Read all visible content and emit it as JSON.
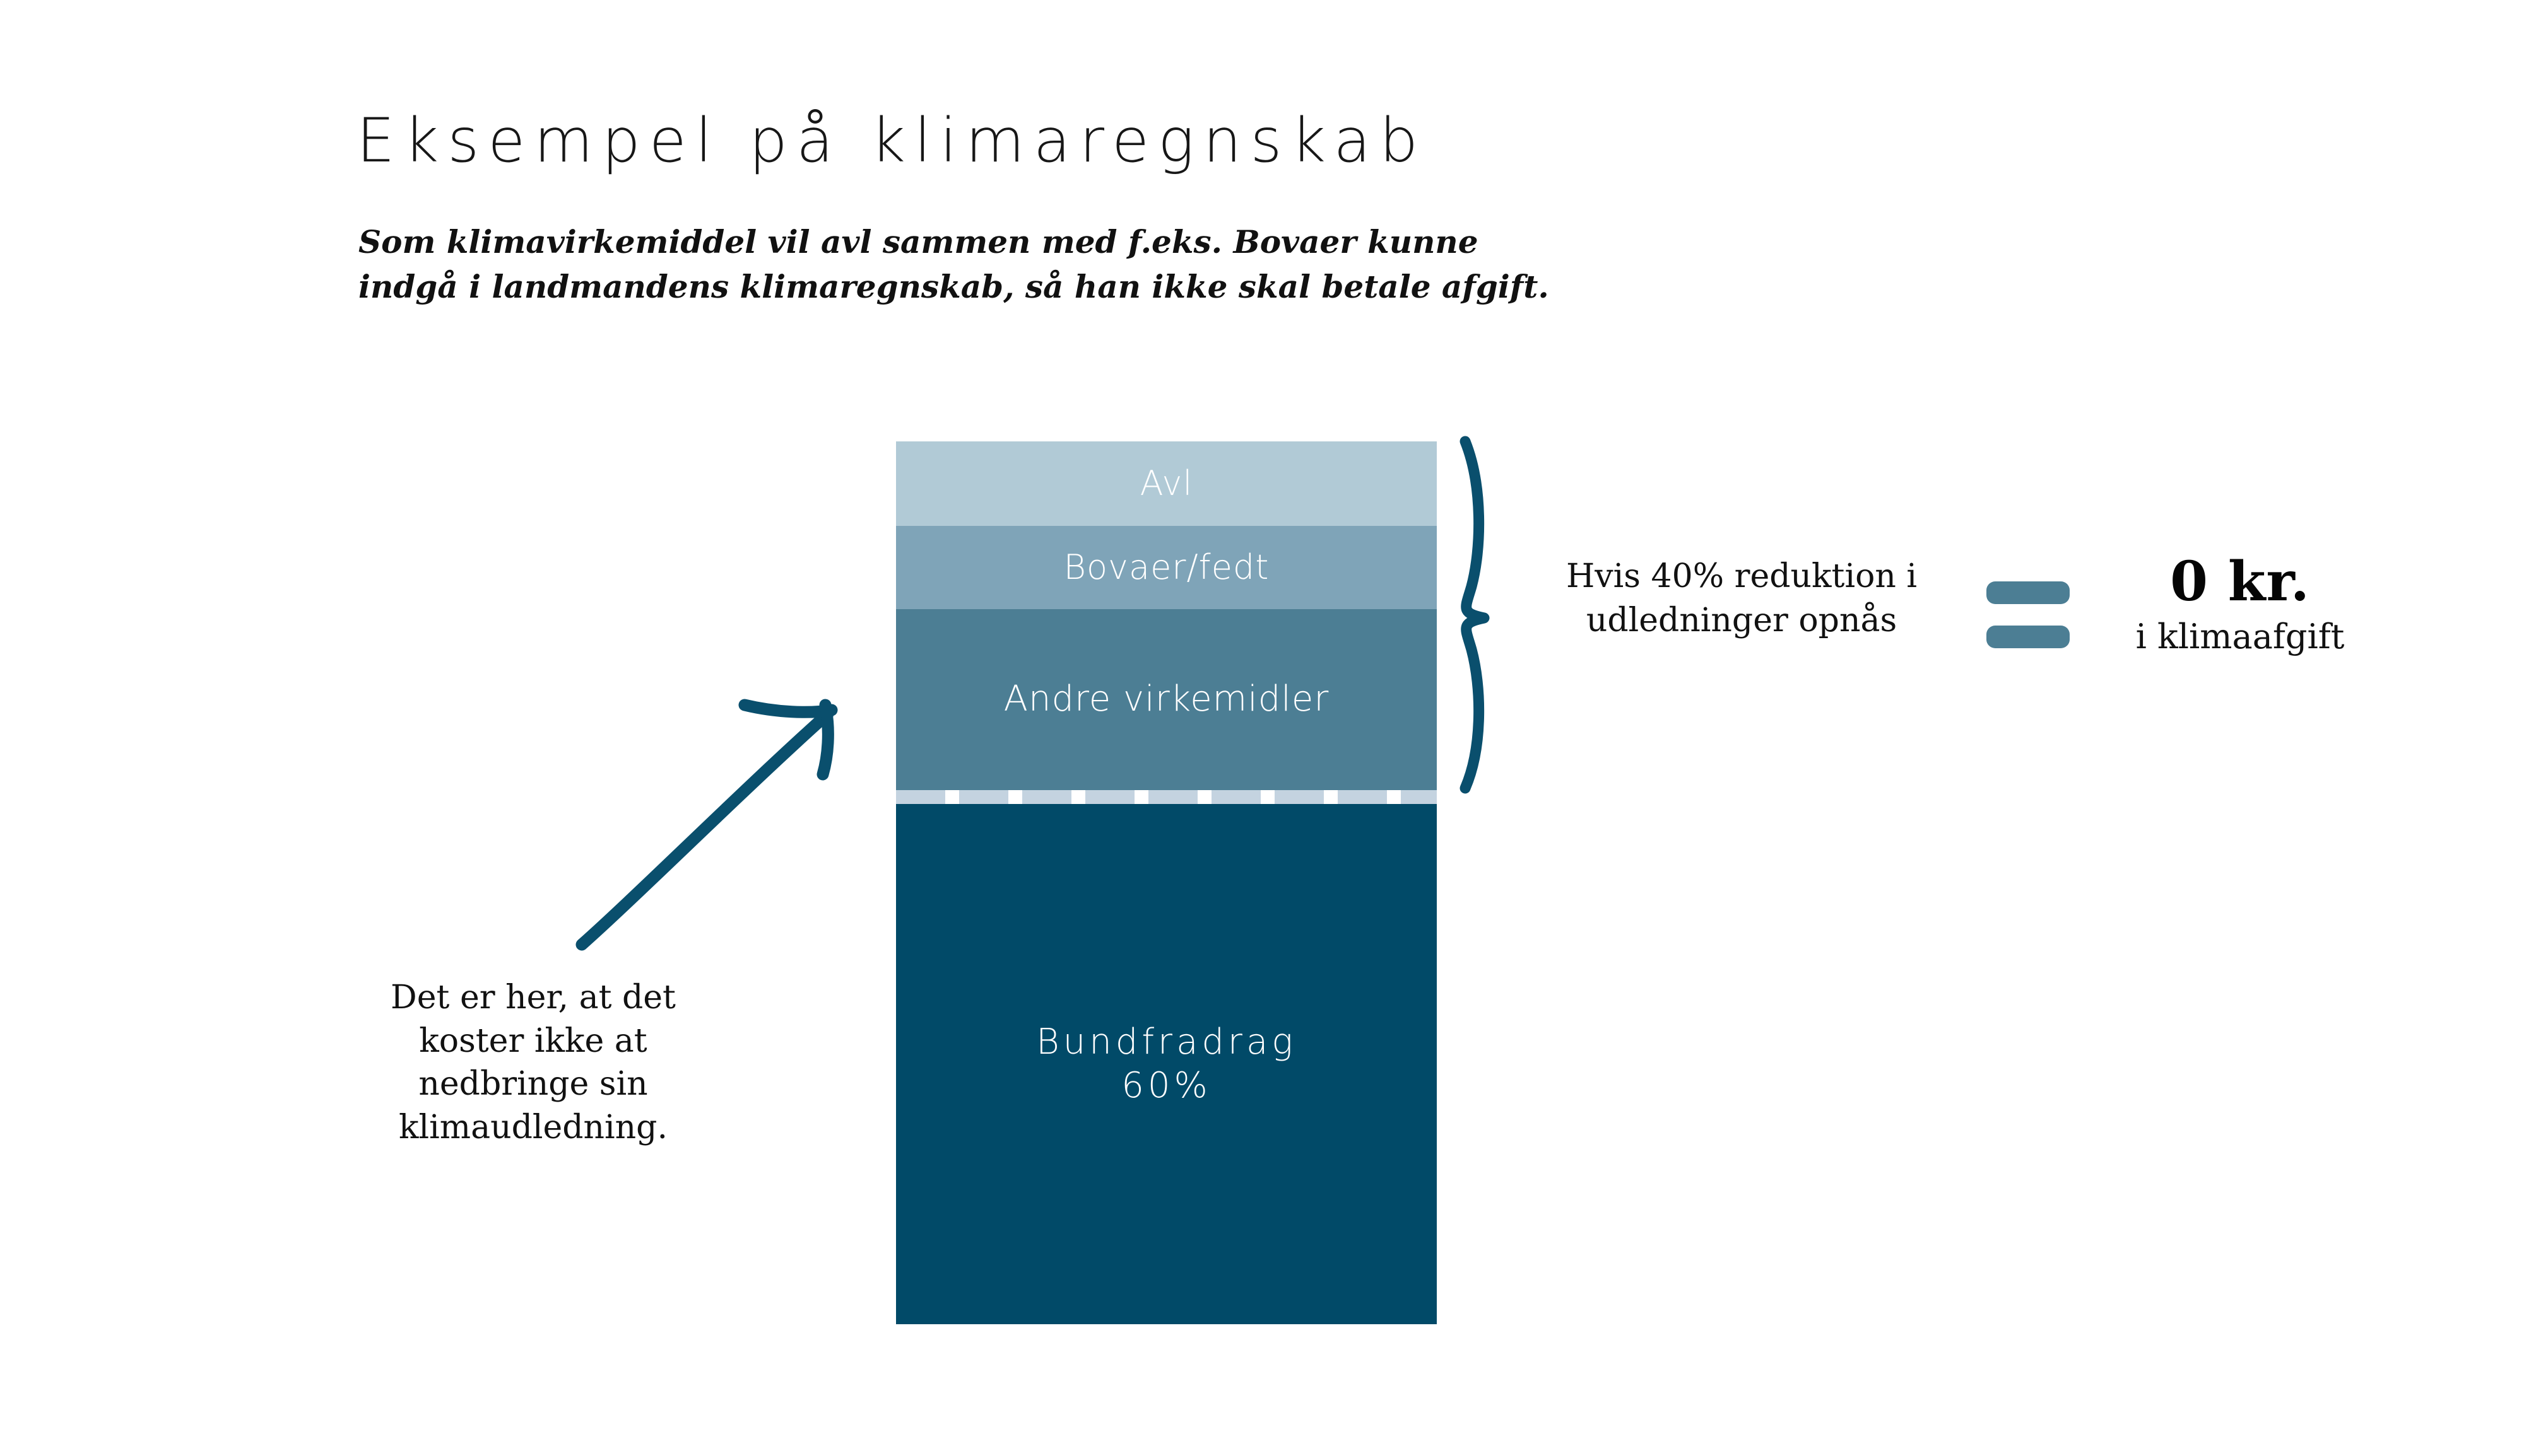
{
  "header": {
    "title": "Eksempel på klimaregnskab",
    "subtitle": "Som klimavirkemiddel vil avl sammen med f.eks. Bovaer kunne\nindgå i landmandens klimaregnskab, så han ikke skal betale afgift."
  },
  "chart_data": {
    "type": "bar",
    "title": "Eksempel på klimaregnskab",
    "orientation": "vertical-stacked",
    "stack_total_percent": 100,
    "categories": [
      "Avl",
      "Bovaer/fedt",
      "Andre virkemidler",
      "Bundfradrag"
    ],
    "values": [
      9.6,
      9.4,
      20.5,
      60
    ],
    "labels": [
      "Avl",
      "Bovaer/fedt",
      "Andre virkemidler",
      "Bundfradrag\n60%"
    ],
    "colors": [
      "#b1cad6",
      "#7fa4b8",
      "#4c7e94",
      "#014a68"
    ],
    "divider": {
      "style": "dashed",
      "color": "#c4d3e0",
      "dash_color": "#ffffff",
      "position_percent": 60
    },
    "grouped_bracket": {
      "covers": [
        "Avl",
        "Bovaer/fedt",
        "Andre virkemidler"
      ],
      "combined_percent": 40,
      "annotation": "Hvis 40% reduktion i\nudledninger opnås"
    },
    "xlabel": "",
    "ylabel": "",
    "legend": "none",
    "grid": false
  },
  "bar": {
    "segments": [
      {
        "label": "Avl",
        "color": "#b1cad6"
      },
      {
        "label": "Bovaer/fedt",
        "color": "#7fa4b8"
      },
      {
        "label": "Andre virkemidler",
        "color": "#4c7e94"
      },
      {
        "label": "Bundfradrag\n60%",
        "color": "#014a68"
      }
    ]
  },
  "annotations": {
    "left_note": "Det er her, at det\nkoster ikke at\nnedbringe sin\nklimaudledning.",
    "reduction_condition": "Hvis 40% reduktion i\nudledninger opnås",
    "result_amount": "0 kr.",
    "result_caption": "i klimaafgift"
  },
  "colors": {
    "brand_dark": "#014a68",
    "accent_mid": "#4c7e94",
    "accent_light": "#7fa4b8",
    "accent_pale": "#b1cad6",
    "divider": "#c4d3e0",
    "background": "#ffffff",
    "text": "#111111"
  }
}
